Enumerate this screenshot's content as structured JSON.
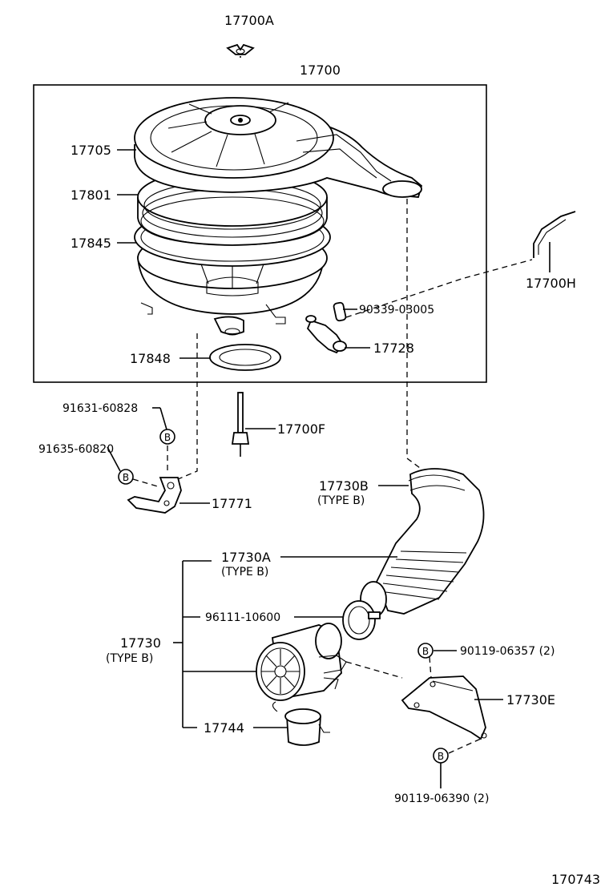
{
  "labels": {
    "p17700A": "17700A",
    "p17700": "17700",
    "p17705": "17705",
    "p17801": "17801",
    "p17845": "17845",
    "p17700H": "17700H",
    "p90339": "90339-03005",
    "p17728": "17728",
    "p17848": "17848",
    "p91631": "91631-60828",
    "p91635": "91635-60820",
    "p17700F": "17700F",
    "p17771": "17771",
    "p17730B": "17730B",
    "p17730B_type": "(TYPE B)",
    "p17730A": "17730A",
    "p17730A_type": "(TYPE B)",
    "p96111": "96111-10600",
    "p17730": "17730",
    "p17730_type": "(TYPE B)",
    "p90119a": "90119-06357 (2)",
    "p17730E": "17730E",
    "p17744": "17744",
    "p90119b": "90119-06390 (2)",
    "figure_number": "170743"
  },
  "markers": {
    "b": "B"
  }
}
